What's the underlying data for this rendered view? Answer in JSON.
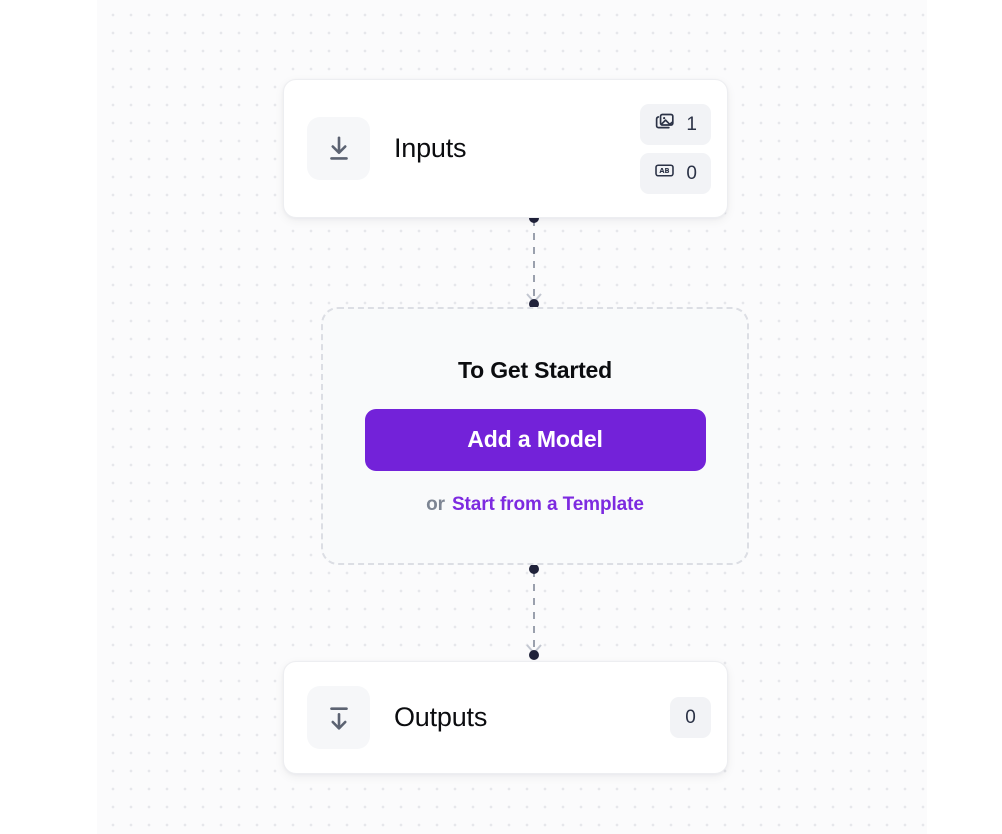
{
  "canvas": {
    "background_color": "#fbfbfc",
    "dot_color": "#e6e7eb"
  },
  "theme": {
    "primary": "#7322d9",
    "link": "#7d2ae0",
    "muted_text": "#7d8593",
    "node_border": "#edeef1",
    "badge_bg": "#f2f3f6",
    "dashed_border": "#dcdee4",
    "connector": "#1f2138"
  },
  "nodes": {
    "inputs": {
      "title": "Inputs",
      "icon": "download-arrow-icon",
      "badges": [
        {
          "icon": "images-stack-icon",
          "count": "1"
        },
        {
          "icon": "ab-text-box-icon",
          "count": "0"
        }
      ]
    },
    "outputs": {
      "title": "Outputs",
      "icon": "export-down-arrow-icon",
      "badges": [
        {
          "icon": "",
          "count": "0"
        }
      ]
    }
  },
  "placeholder": {
    "title": "To Get Started",
    "primary_button": "Add a Model",
    "or_text": "or",
    "template_link": "Start from a Template"
  }
}
